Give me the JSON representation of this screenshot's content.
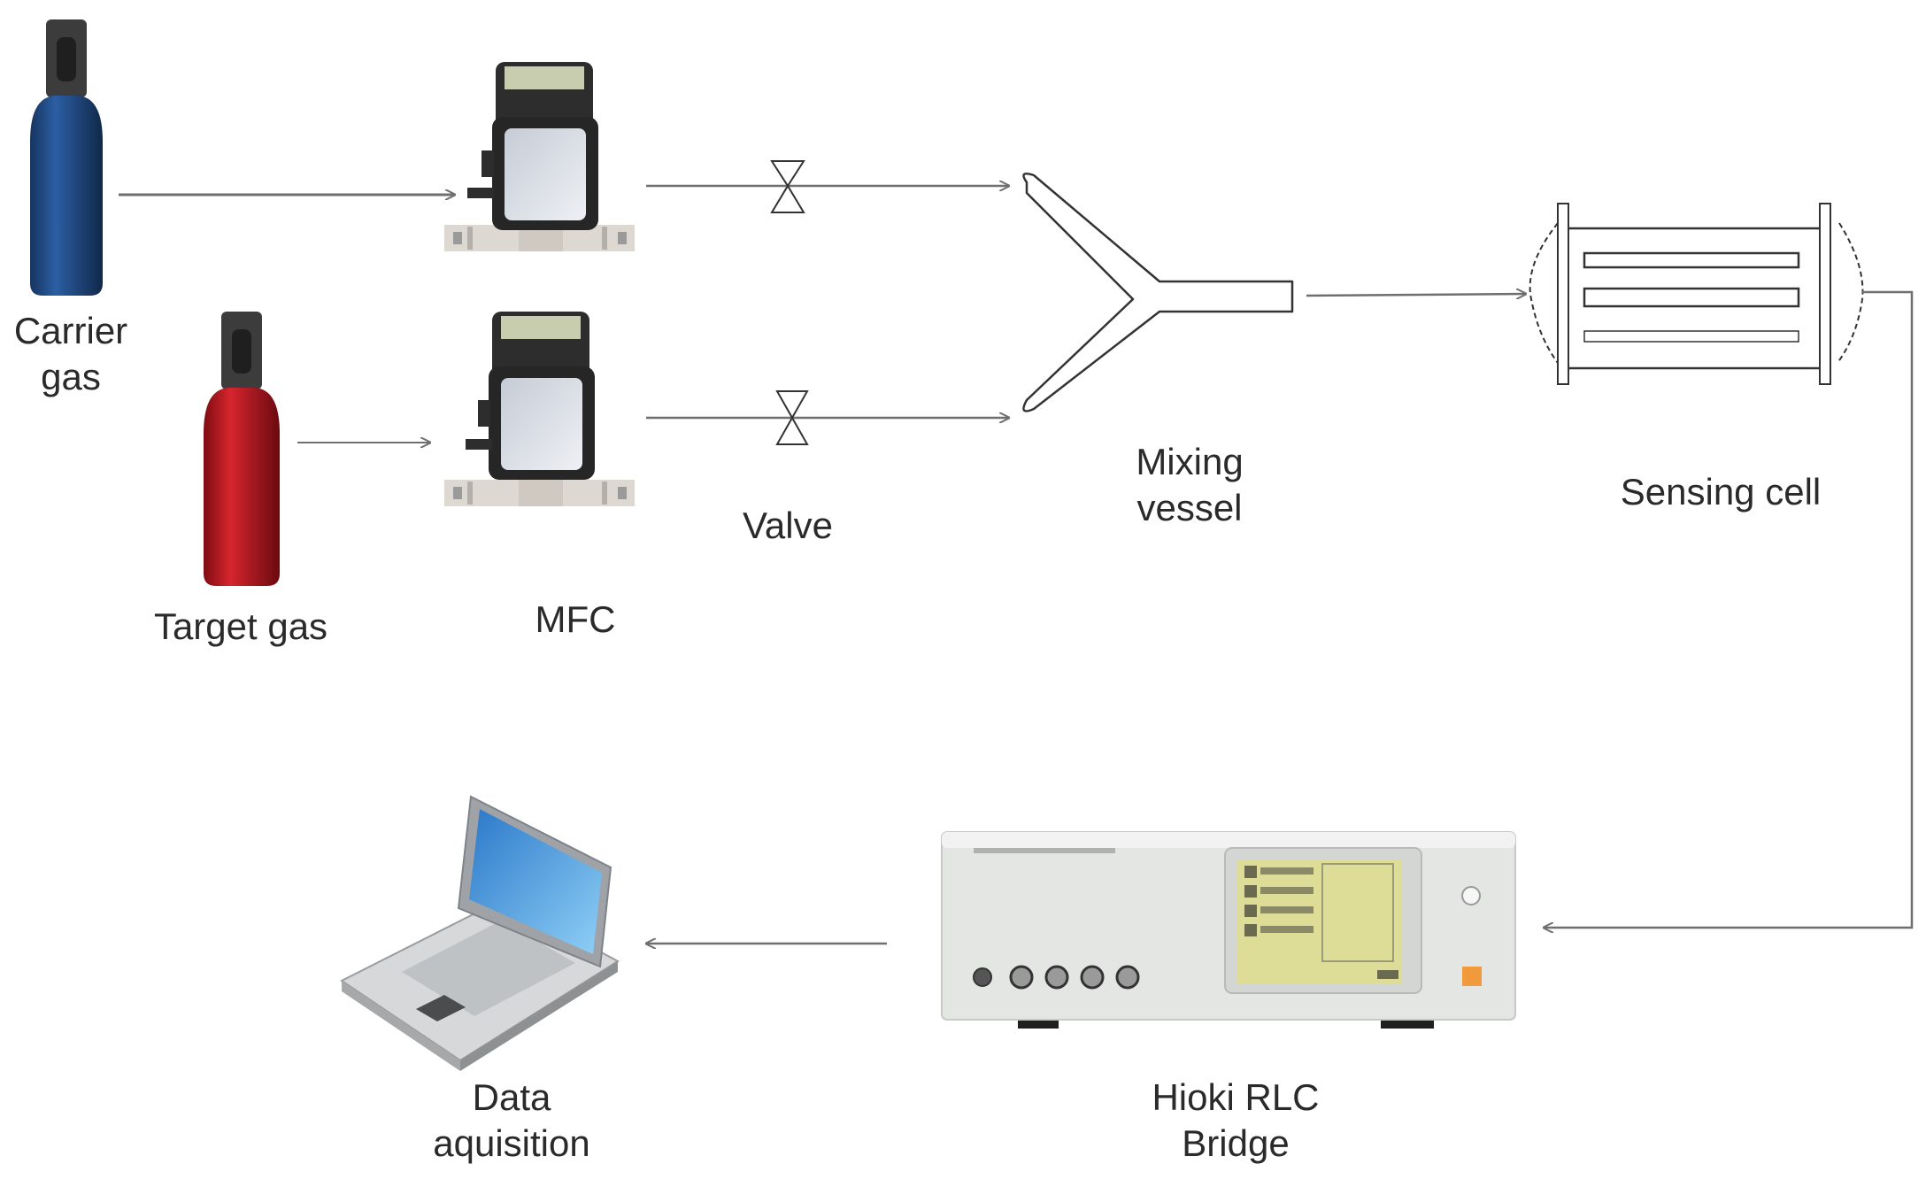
{
  "labels": {
    "carrier_gas": [
      "Carrier",
      "gas"
    ],
    "target_gas": "Target gas",
    "mfc": "MFC",
    "valve": "Valve",
    "mixing_vessel": [
      "Mixing",
      "vessel"
    ],
    "sensing_cell": "Sensing cell",
    "rlc_bridge": [
      "Hioki RLC",
      "Bridge"
    ],
    "data_acquisition": [
      "Data",
      "aquisition"
    ]
  },
  "colors": {
    "line": "#6f6f6f",
    "carrier_cylinder": "#1f4a86",
    "target_cylinder": "#b3121c",
    "cylinder_cap": "#3c3c3c",
    "mfc_body": "#2d2d2d",
    "lcd": "#c9cdb0",
    "laptop_screen": "#4ba3e3",
    "instrument_body": "#e4e6e4"
  },
  "icons": {
    "carrier_cylinder": "gas-cylinder-icon",
    "target_cylinder": "gas-cylinder-icon",
    "mfc": "mass-flow-controller-icon",
    "valve": "valve-icon",
    "mixer": "y-mixer-icon",
    "sensing_cell": "sensor-cell-icon",
    "rlc_meter": "rlc-meter-icon",
    "laptop": "laptop-icon"
  }
}
